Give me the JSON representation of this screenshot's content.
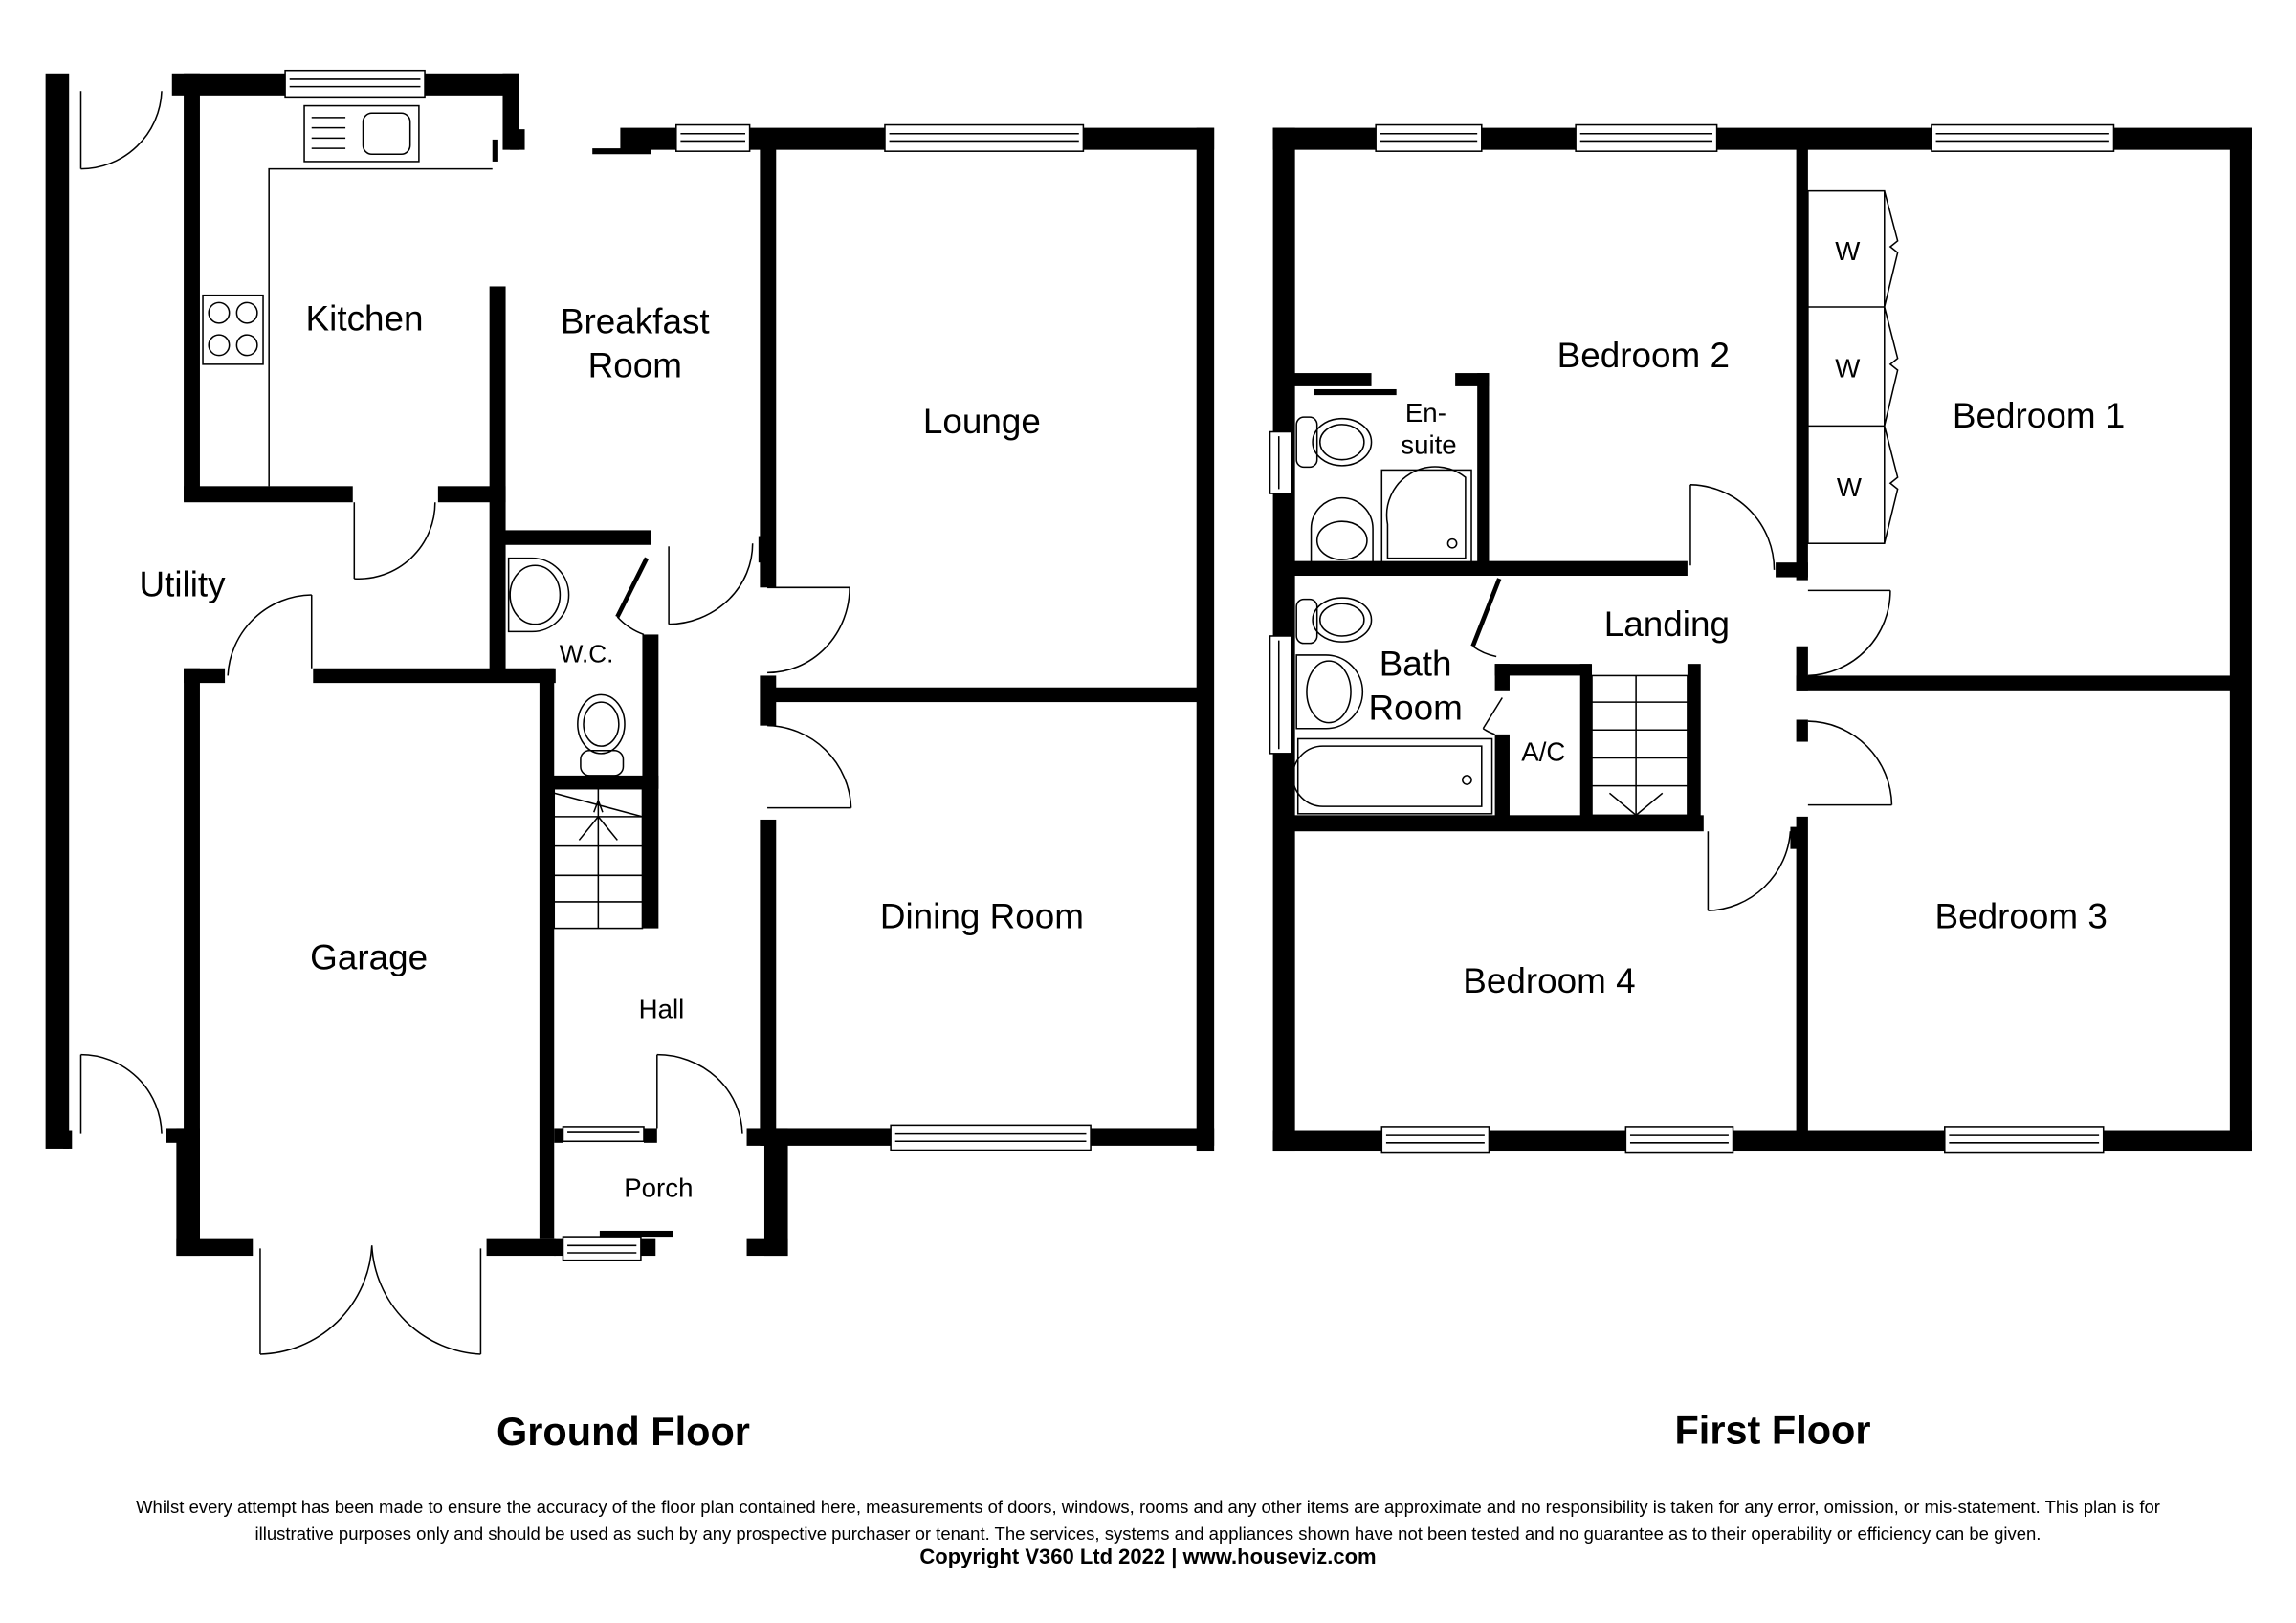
{
  "floors": {
    "ground": {
      "title": "Ground Floor",
      "rooms": {
        "kitchen": "Kitchen",
        "breakfast_line1": "Breakfast",
        "breakfast_line2": "Room",
        "lounge": "Lounge",
        "utility": "Utility",
        "wc": "W.C.",
        "garage": "Garage",
        "dining": "Dining Room",
        "hall": "Hall",
        "porch": "Porch"
      }
    },
    "first": {
      "title": "First Floor",
      "rooms": {
        "bedroom1": "Bedroom 1",
        "bedroom2": "Bedroom 2",
        "bedroom3": "Bedroom 3",
        "bedroom4": "Bedroom 4",
        "ensuite_line1": "En-",
        "ensuite_line2": "suite",
        "landing": "Landing",
        "bath_line1": "Bath",
        "bath_line2": "Room",
        "airing_cupboard": "A/C",
        "wardrobe": "W"
      }
    }
  },
  "footer": {
    "disclaimer_line1": "Whilst every attempt has been made to ensure the accuracy of the floor plan contained here, measurements of doors, windows, rooms and any other items are approximate and no responsibility is taken for any error, omission, or mis-statement. This plan is for",
    "disclaimer_line2": "illustrative purposes only and should be used as such by any prospective purchaser or tenant. The services, systems and appliances shown have not been tested and no guarantee as to their operability or efficiency can be given.",
    "copyright": "Copyright V360 Ltd 2022 | www.houseviz.com"
  },
  "colors": {
    "wall": "#000000",
    "background": "#ffffff"
  }
}
